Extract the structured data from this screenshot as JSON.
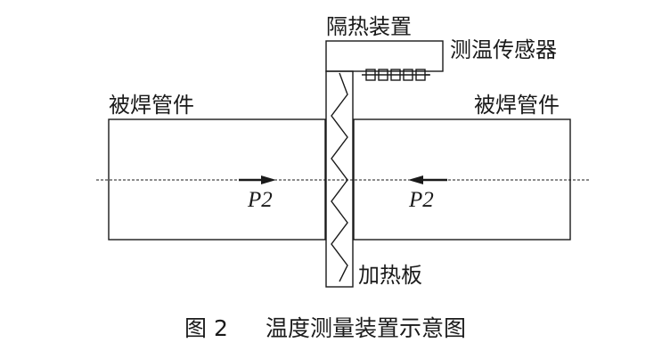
{
  "labels": {
    "insulation": "隔热装置",
    "sensor": "测温传感器",
    "workpiece_left": "被焊管件",
    "workpiece_right": "被焊管件",
    "heating_plate": "加热板",
    "force_left": "P2",
    "force_right": "P2"
  },
  "caption": {
    "figure_number": "图 2",
    "title": "温度测量装置示意图"
  }
}
